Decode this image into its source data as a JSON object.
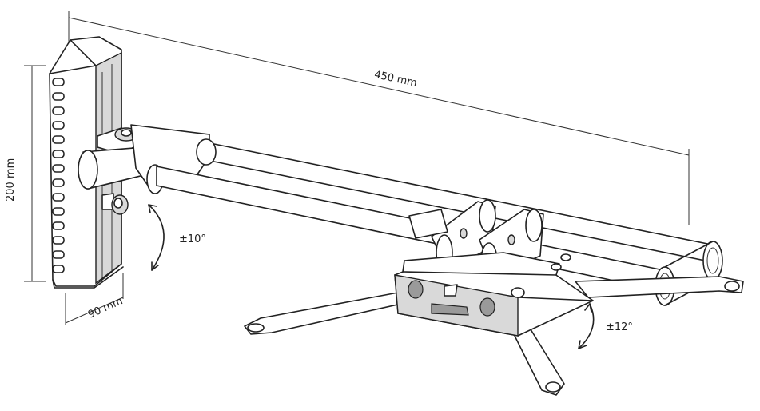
{
  "labels": {
    "length": "450 mm",
    "height": "200 mm",
    "depth": "90 mm",
    "tilt_wall": "±10°",
    "tilt_mount": "±12°"
  }
}
